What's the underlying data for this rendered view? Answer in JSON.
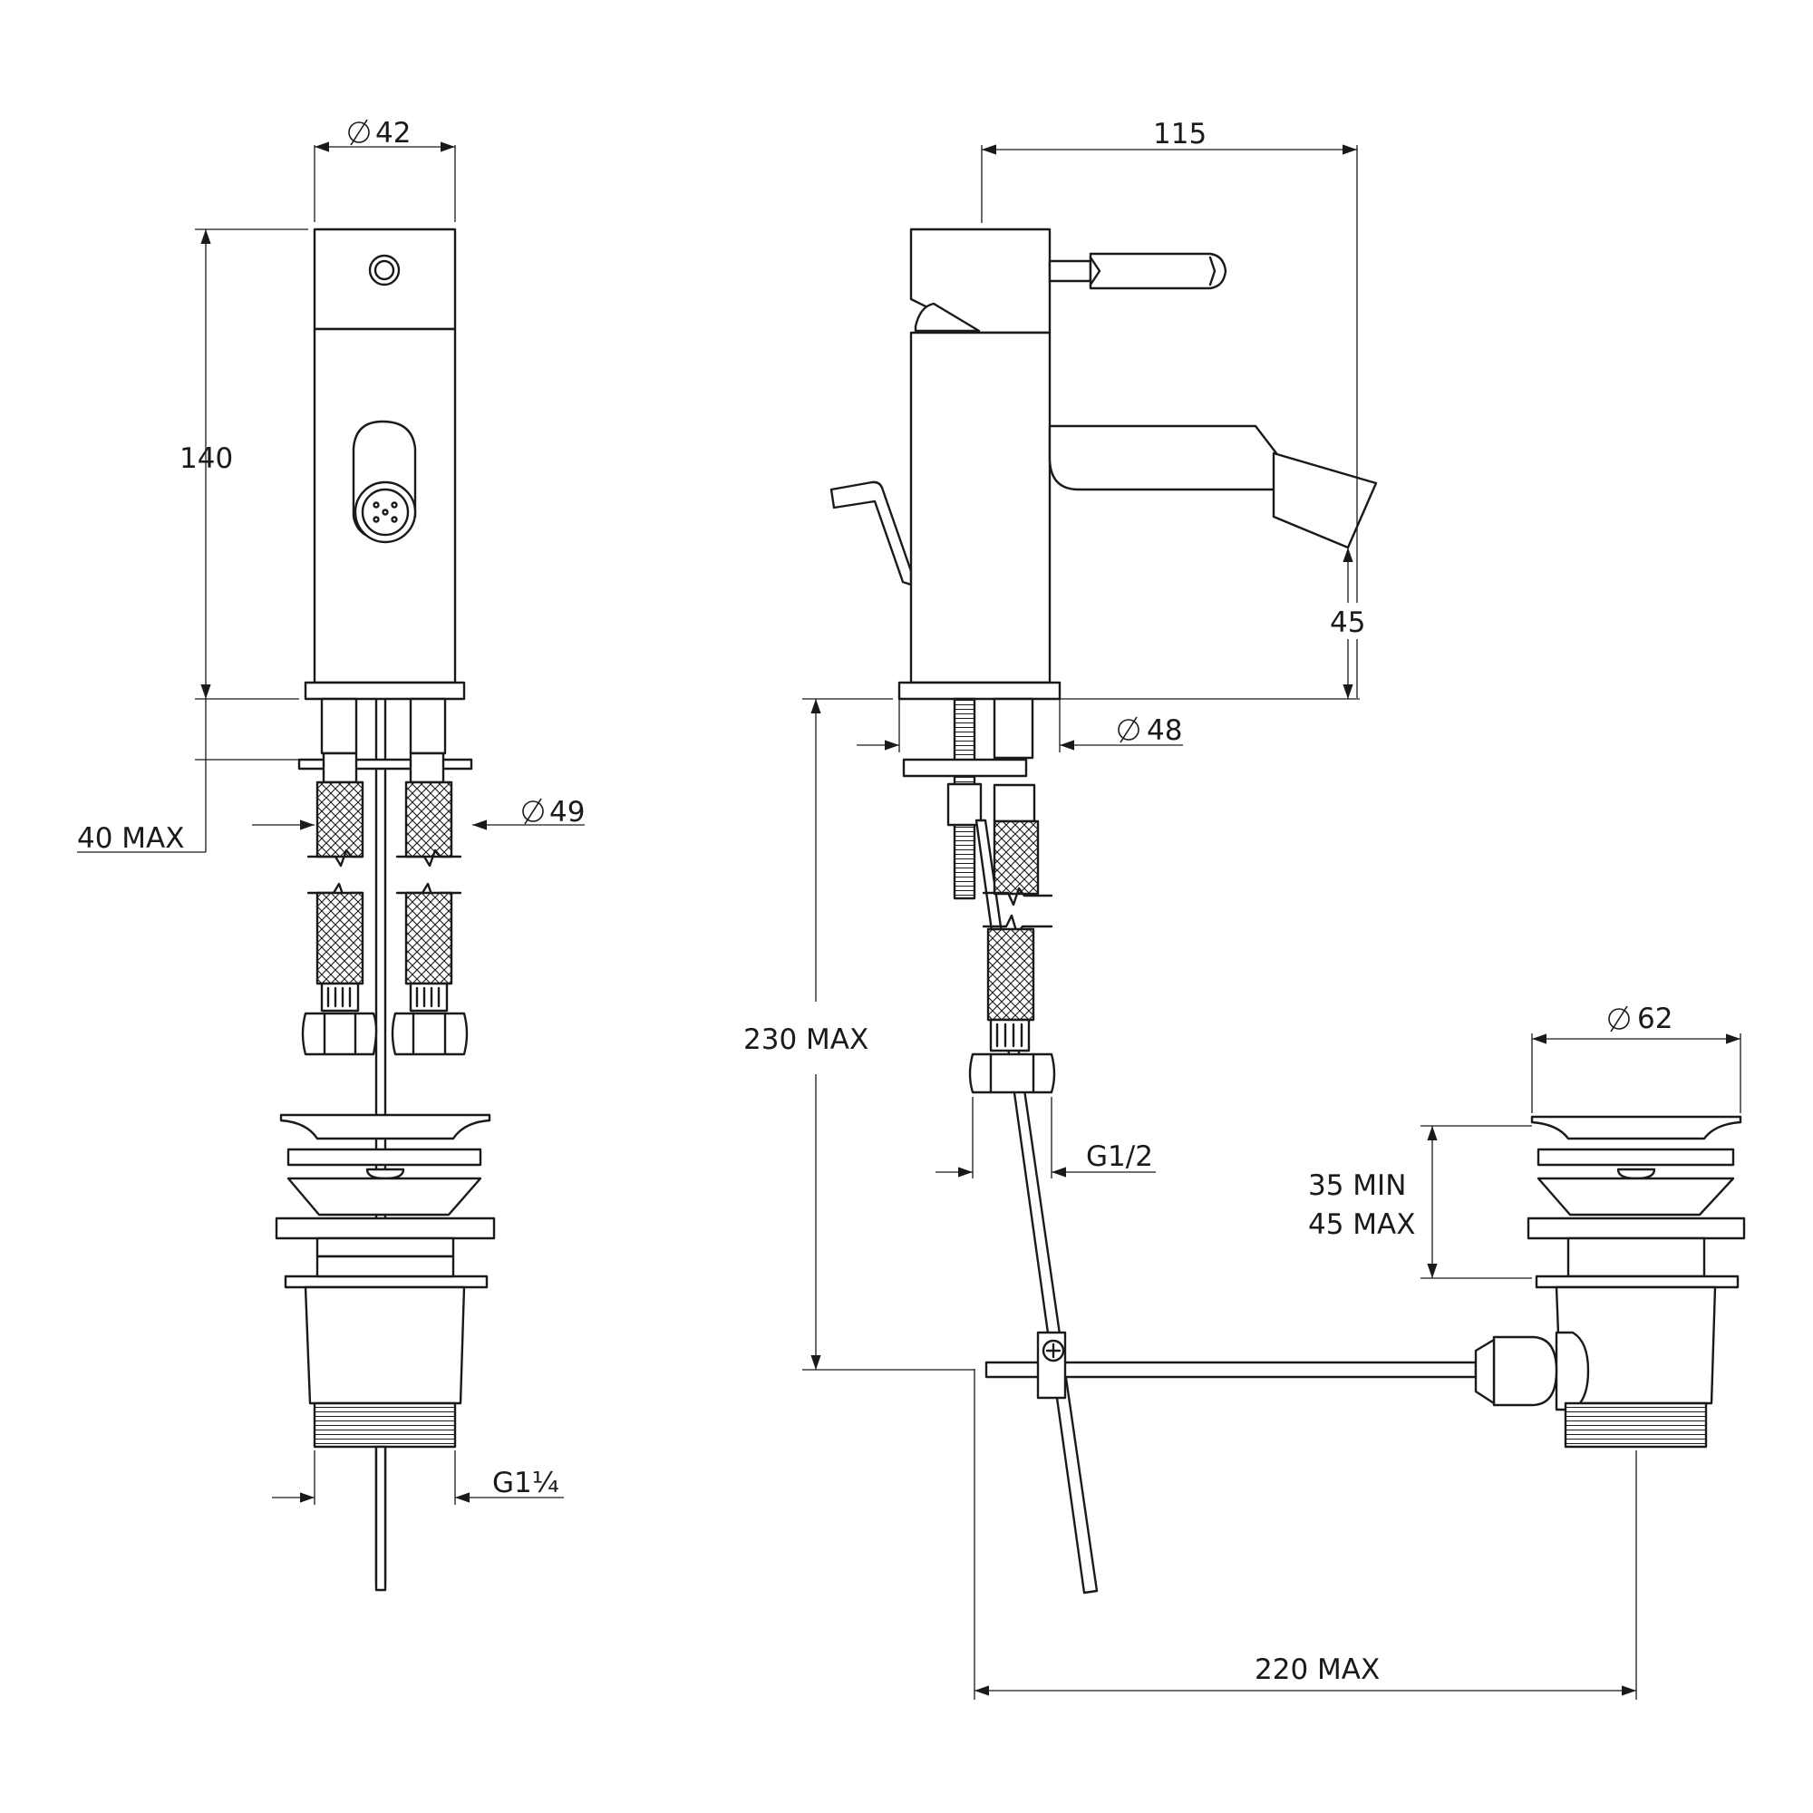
{
  "dimensions": {
    "front_diameter": "42",
    "front_height": "140",
    "front_mount_thickness": "40 MAX",
    "front_hole_diameter": "49",
    "front_waste_thread": "G1¼",
    "side_projection": "115",
    "side_spout_height": "45",
    "side_base_diameter": "48",
    "side_under_length": "230 MAX",
    "side_hose_thread": "G1/2",
    "waste_diameter": "62",
    "waste_thickness_min": "35 MIN",
    "waste_thickness_max": "45 MAX",
    "rod_length": "220 MAX"
  },
  "colors": {
    "line": "#1a1a1a",
    "background": "#ffffff"
  }
}
